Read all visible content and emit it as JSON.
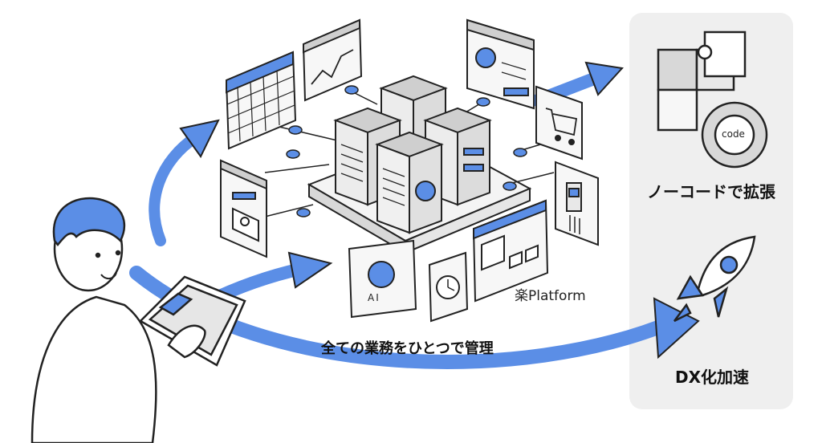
{
  "labels": {
    "platform": "楽Platform",
    "all_business": "全ての業務をひとつで管理",
    "nocode": "ノーコードで拡張",
    "dx": "DX化加速",
    "code_badge": "code",
    "ai_badge": "AI"
  },
  "colors": {
    "accent": "#5b8ee6",
    "ink": "#222222",
    "panel": "#efefef",
    "tile": "#e2e2e2"
  }
}
